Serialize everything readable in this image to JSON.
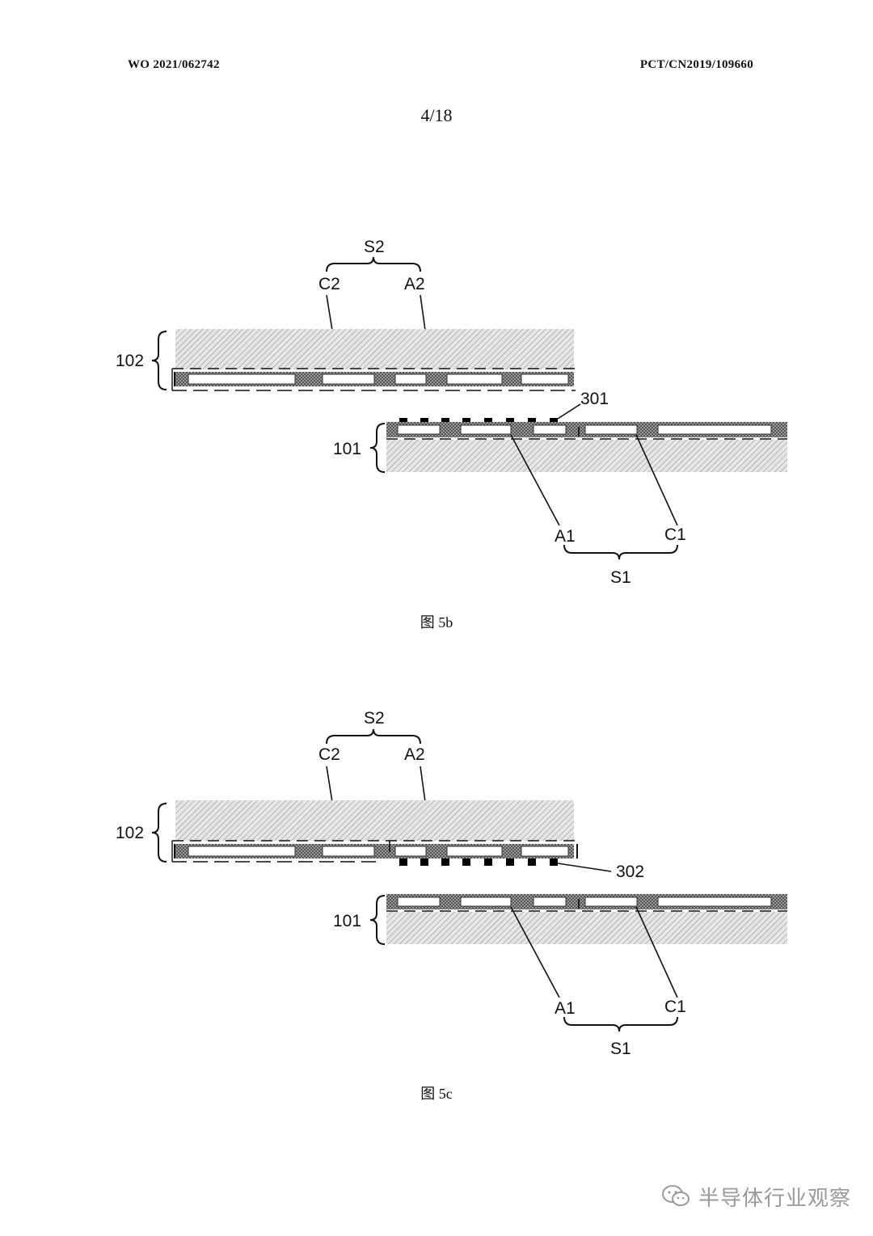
{
  "header": {
    "publication_number": "WO 2021/062742",
    "application_number": "PCT/CN2019/109660",
    "sheet": "4/18"
  },
  "figures": [
    {
      "caption": "图 5b",
      "labels": {
        "top_group": "S2",
        "c2": "C2",
        "a2": "A2",
        "upper_substrate": "102",
        "lower_substrate": "101",
        "bumps": "301",
        "a1": "A1",
        "c1": "C1",
        "bottom_group": "S1"
      }
    },
    {
      "caption": "图 5c",
      "labels": {
        "top_group": "S2",
        "c2": "C2",
        "a2": "A2",
        "upper_substrate": "102",
        "lower_substrate": "101",
        "bumps": "302",
        "a1": "A1",
        "c1": "C1",
        "bottom_group": "S1"
      }
    }
  ],
  "watermark": {
    "text": "半导体行业观察",
    "icon": "wechat-icon"
  },
  "colors": {
    "hatch_line": "#9a9a9a",
    "trace_dark": "#3a3a3a",
    "bump": "#000000",
    "watermark": "#9a9a9a"
  }
}
